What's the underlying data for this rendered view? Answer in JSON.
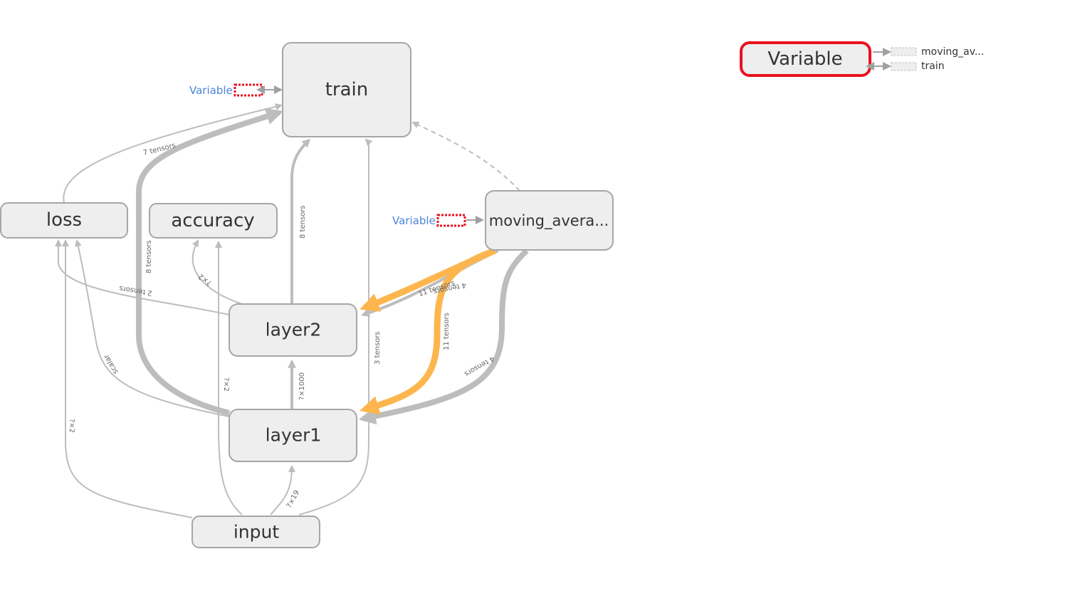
{
  "nodes": {
    "train": "train",
    "loss": "loss",
    "accuracy": "accuracy",
    "moving_average": "moving_avera...",
    "layer2": "layer2",
    "layer1": "layer1",
    "input": "input",
    "variable_selected": "Variable"
  },
  "variable_refs": {
    "train_ref": "Variable",
    "moving_average_ref": "Variable"
  },
  "edge_labels": {
    "loss_train": "7 tensors",
    "layer1_train": "8 tensors",
    "layer2_train": "8 tensors",
    "layer2_loss": "2 tensors",
    "layer2_accuracy": "?×2",
    "layer1_loss": "scalar",
    "input_accuracy": "?×2",
    "input_loss": "?×2",
    "layer1_layer2": "?×1000",
    "input_layer1": "?×19",
    "input_train": "3 tensors",
    "ma_layer2_orange": "11 tensors",
    "ma_layer2_gray": "4 tensors",
    "ma_layer1_orange": "11 tensors",
    "ma_layer1_gray": "4 tensors"
  },
  "panel_connections": [
    "moving_av...",
    "train"
  ],
  "colors": {
    "node_fill": "#eeeeee",
    "node_stroke": "#a6a6a6",
    "edge": "#bdbdbd",
    "highlight_edge": "#fdb64e",
    "selection": "#e8121f",
    "variable_link": "#4a86d9"
  }
}
